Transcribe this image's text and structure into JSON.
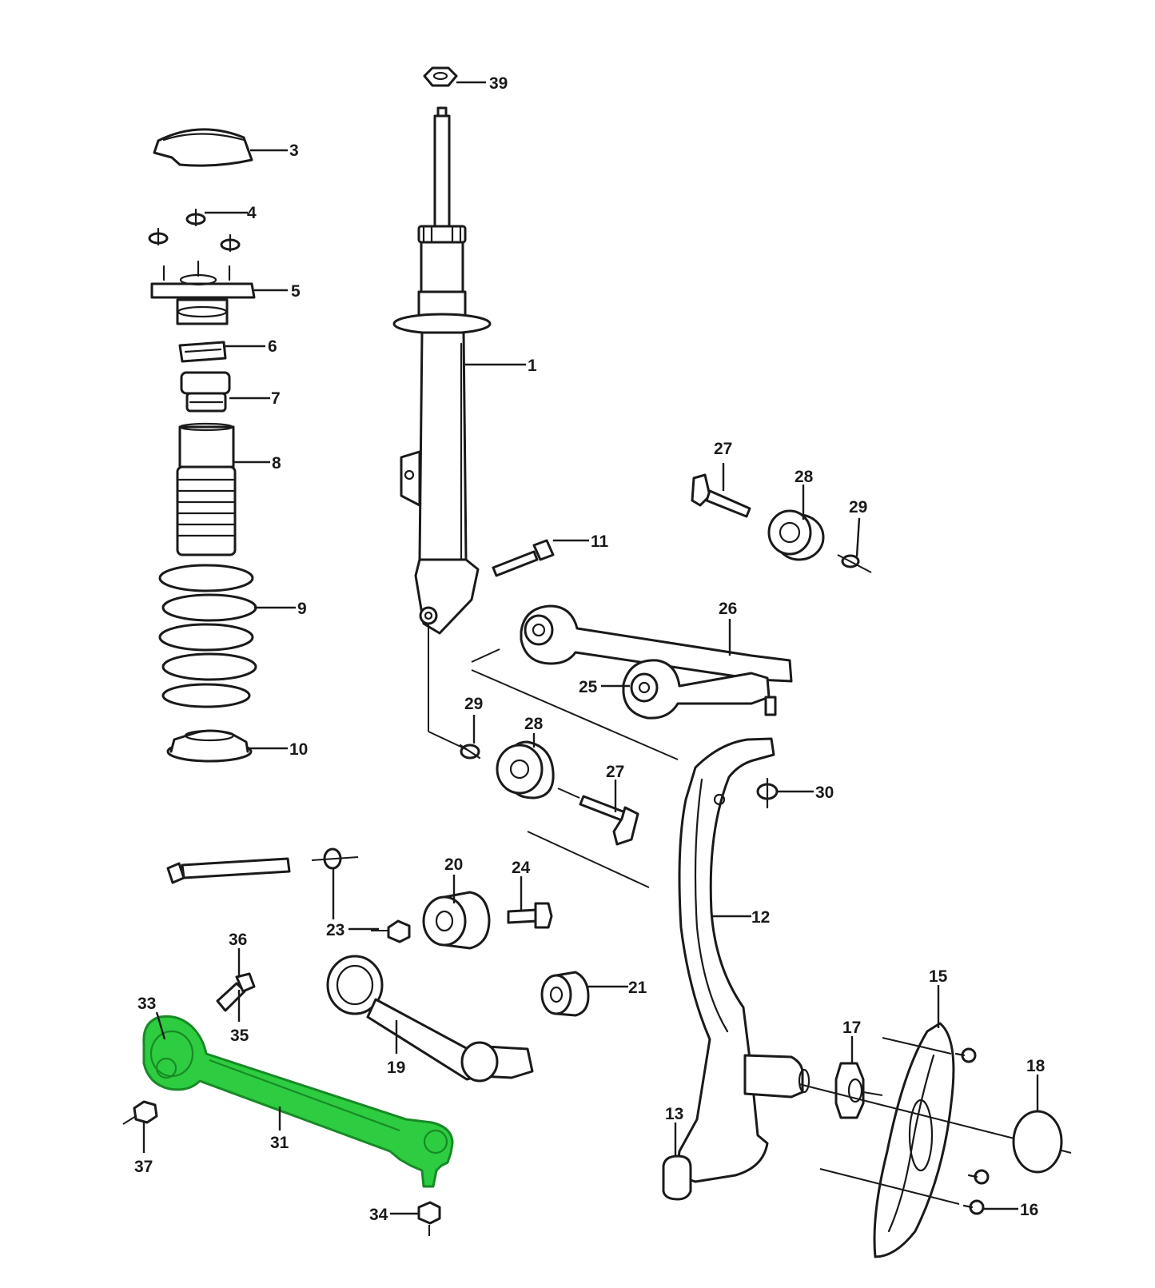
{
  "highlight_color": "#2ecc40",
  "highlighted_part": "31",
  "callouts": {
    "c1": "1",
    "c3": "3",
    "c4": "4",
    "c5": "5",
    "c6": "6",
    "c7": "7",
    "c8": "8",
    "c9": "9",
    "c10": "10",
    "c11": "11",
    "c12": "12",
    "c13": "13",
    "c15": "15",
    "c16": "16",
    "c17": "17",
    "c18": "18",
    "c19": "19",
    "c20": "20",
    "c21": "21",
    "c23": "23",
    "c24": "24",
    "c25": "25",
    "c26": "26",
    "c27a": "27",
    "c27b": "27",
    "c28a": "28",
    "c28b": "28",
    "c29a": "29",
    "c29b": "29",
    "c30": "30",
    "c31": "31",
    "c33": "33",
    "c34": "34",
    "c35": "35",
    "c36": "36",
    "c37": "37",
    "c39": "39"
  }
}
